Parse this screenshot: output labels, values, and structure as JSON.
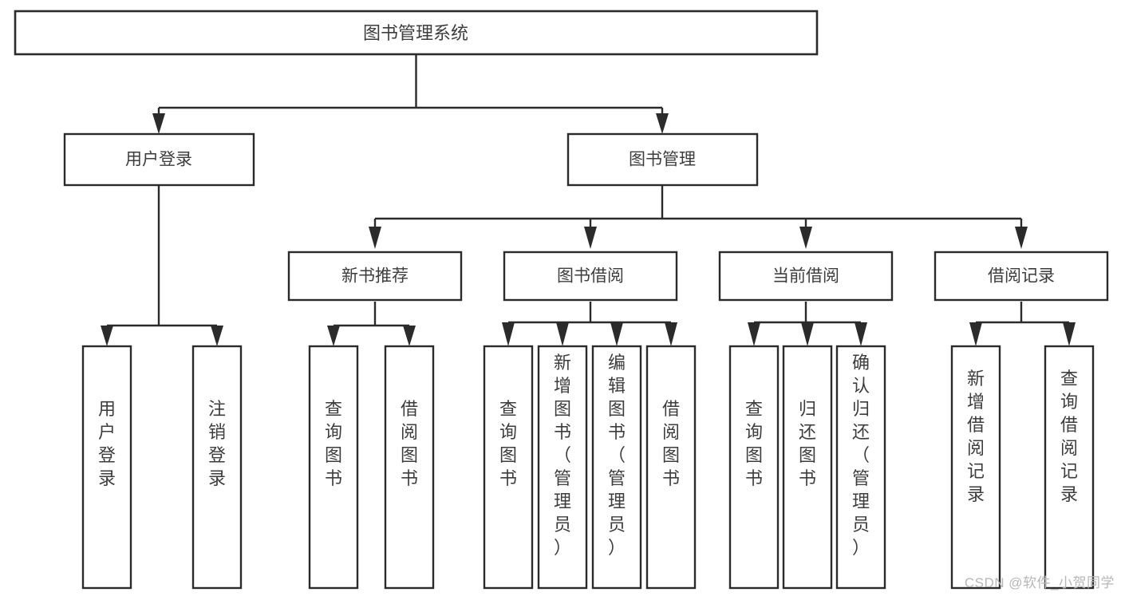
{
  "diagram": {
    "type": "tree-hierarchy",
    "title": "图书管理系统",
    "orientation": "top-down",
    "watermark": "CSDN @软件_小贺同学",
    "colors": {
      "box_stroke": "#2b2b2b",
      "box_fill": "#ffffff",
      "text": "#3d3d3d",
      "background": "#ffffff",
      "watermark": "#b7b7b7"
    },
    "levels": {
      "root": {
        "label": "图书管理系统"
      },
      "level2": [
        {
          "label": "用户登录"
        },
        {
          "label": "图书管理"
        }
      ],
      "level3": [
        {
          "label": "新书推荐"
        },
        {
          "label": "图书借阅"
        },
        {
          "label": "当前借阅"
        },
        {
          "label": "借阅记录"
        }
      ]
    },
    "nodes": {
      "root": "图书管理系统",
      "user_login": "用户登录",
      "book_manage": "图书管理",
      "new_book_rec": "新书推荐",
      "book_borrow": "图书借阅",
      "current_borrow": "当前借阅",
      "borrow_record": "借阅记录",
      "leaf_user_login": "用户登录",
      "leaf_user_logout": "注销登录",
      "leaf_query_book_1": "查询图书",
      "leaf_borrow_book_1": "借阅图书",
      "leaf_query_book_2": "查询图书",
      "leaf_add_book_admin": "新增图书（管理员）",
      "leaf_edit_book_admin": "编辑图书（管理员）",
      "leaf_borrow_book_2": "借阅图书",
      "leaf_query_book_3": "查询图书",
      "leaf_return_book": "归还图书",
      "leaf_confirm_return_admin": "确认归还（管理员）",
      "leaf_add_record": "新增借阅记录",
      "leaf_query_record": "查询借阅记录"
    },
    "edges": [
      {
        "from": "图书管理系统",
        "to": "用户登录"
      },
      {
        "from": "图书管理系统",
        "to": "图书管理"
      },
      {
        "from": "图书管理",
        "to": "新书推荐"
      },
      {
        "from": "图书管理",
        "to": "图书借阅"
      },
      {
        "from": "图书管理",
        "to": "当前借阅"
      },
      {
        "from": "图书管理",
        "to": "借阅记录"
      },
      {
        "from": "用户登录",
        "to": "用户登录"
      },
      {
        "from": "用户登录",
        "to": "注销登录"
      },
      {
        "from": "新书推荐",
        "to": "查询图书"
      },
      {
        "from": "新书推荐",
        "to": "借阅图书"
      },
      {
        "from": "图书借阅",
        "to": "查询图书"
      },
      {
        "from": "图书借阅",
        "to": "新增图书（管理员）"
      },
      {
        "from": "图书借阅",
        "to": "编辑图书（管理员）"
      },
      {
        "from": "图书借阅",
        "to": "借阅图书"
      },
      {
        "from": "当前借阅",
        "to": "查询图书"
      },
      {
        "from": "当前借阅",
        "to": "归还图书"
      },
      {
        "from": "当前借阅",
        "to": "确认归还（管理员）"
      },
      {
        "from": "借阅记录",
        "to": "新增借阅记录"
      },
      {
        "from": "借阅记录",
        "to": "查询借阅记录"
      }
    ]
  }
}
